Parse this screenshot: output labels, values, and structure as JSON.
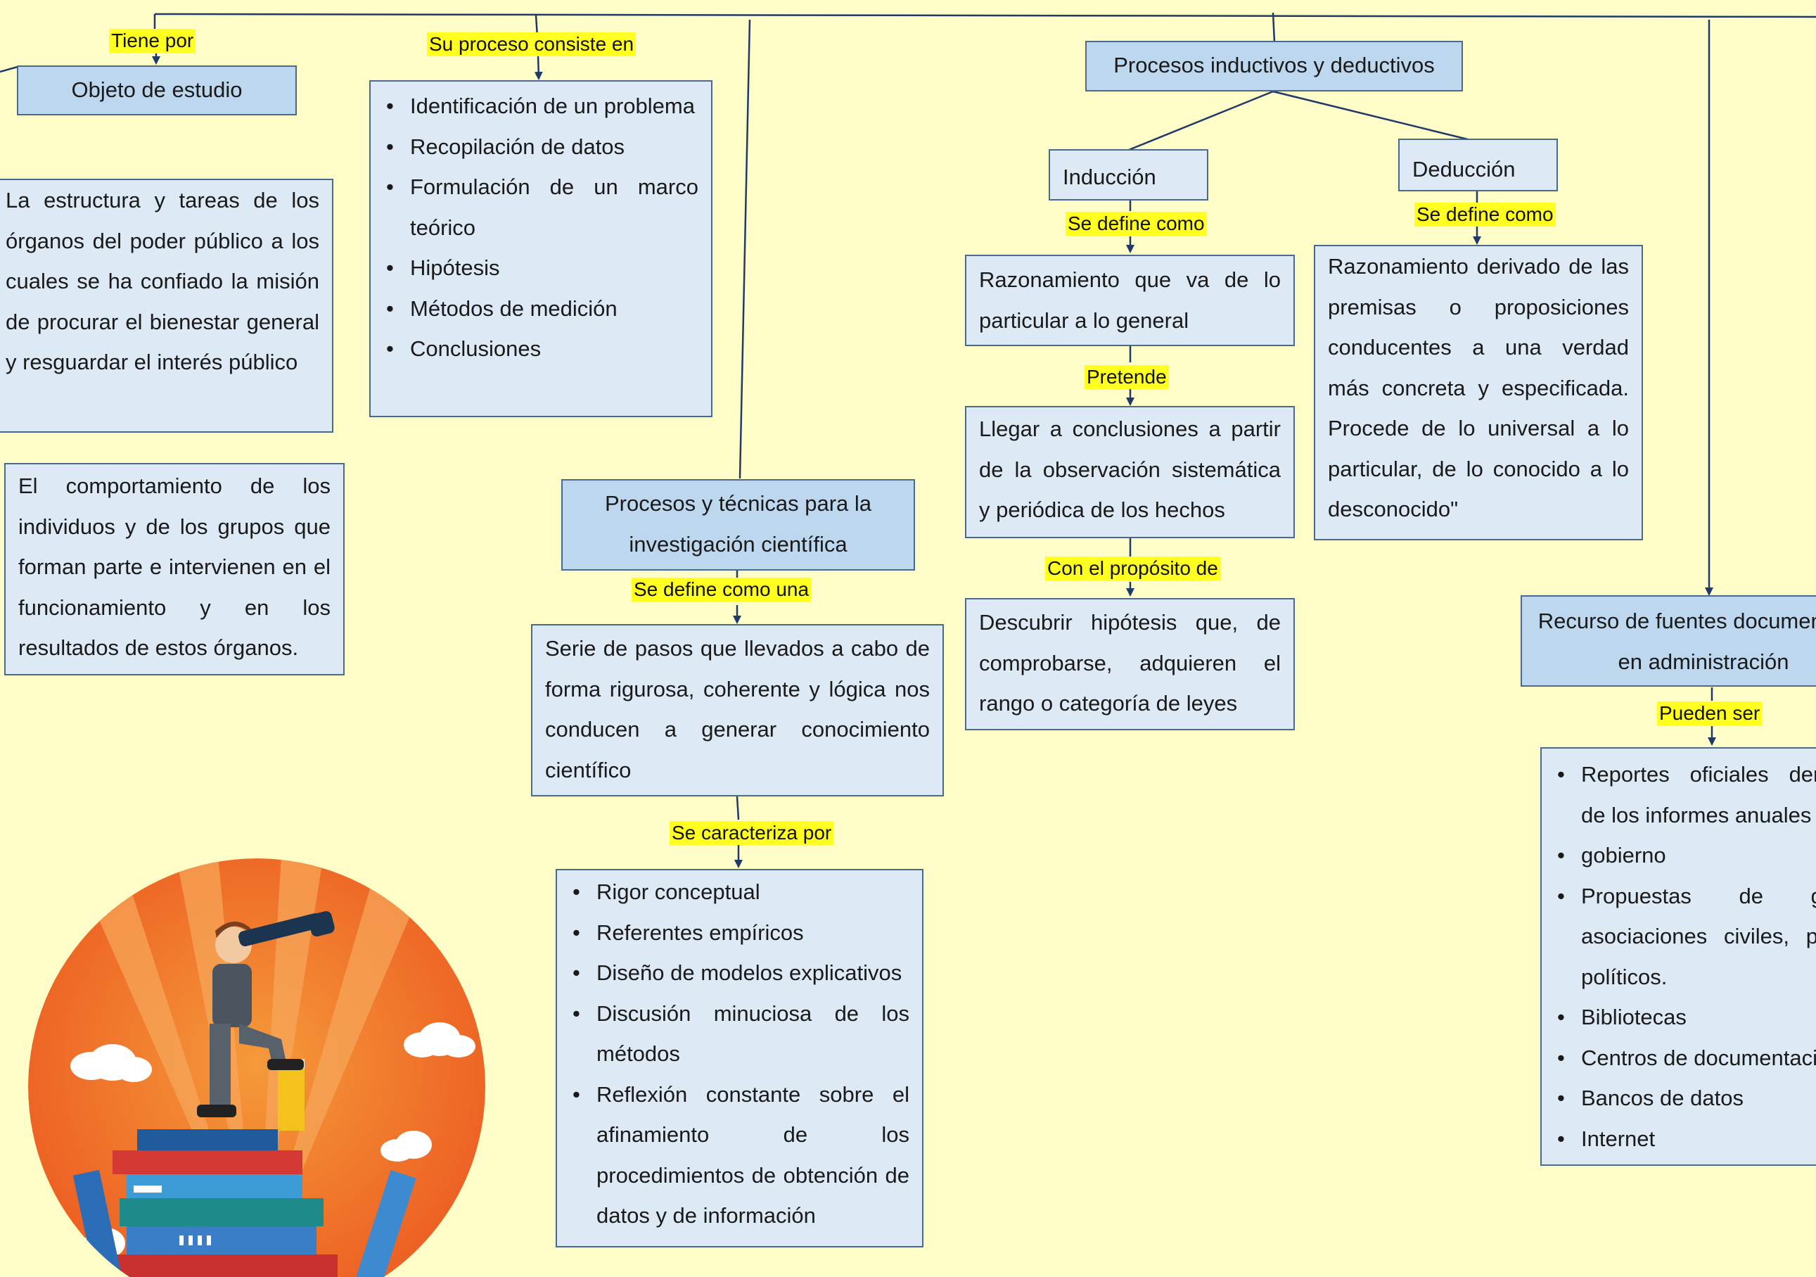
{
  "connectors": {
    "tiene_por": "Tiene por",
    "su_proceso": "Su proceso consiste en",
    "se_define_como_una": "Se define como una",
    "se_caracteriza_por": "Se caracteriza por",
    "induccion_define": "Se define como",
    "deduccion_define": "Se define como",
    "pretende": "Pretende",
    "con_proposito": "Con el propósito de",
    "pueden_ser": "Pueden ser"
  },
  "objeto": {
    "title": "Objeto de estudio",
    "text1": "La estructura y tareas de los órganos del poder público a los cuales se ha confiado la misión de procurar el bienestar general y resguardar el interés público",
    "text2": "El comportamiento de los individuos y de los grupos que forman parte e intervienen en el funcionamiento y en los resultados de estos órganos."
  },
  "proceso": {
    "items": [
      "Identificación de un problema",
      "Recopilación de datos",
      "Formulación de un marco teórico",
      "Hipótesis",
      "Métodos de medición",
      "Conclusiones"
    ]
  },
  "tecnicas": {
    "title": "Procesos y técnicas para la investigación científica",
    "definition": "Serie de pasos que llevados a cabo de forma rigurosa, coherente y lógica nos conducen a generar conocimiento científico",
    "features": [
      "Rigor conceptual",
      "Referentes empíricos",
      "Diseño de modelos explicativos",
      "Discusión minuciosa de los métodos",
      "Reflexión constante sobre el afinamiento de los procedimientos de obtención de datos y de información"
    ]
  },
  "inductivos": {
    "title": "Procesos inductivos y deductivos",
    "induccion": {
      "title": "Inducción",
      "definition": "Razonamiento que va de lo particular a lo general",
      "pretende": "Llegar a conclusiones a partir de la observación sistemática y periódica de los hechos",
      "proposito": "Descubrir hipótesis que, de comprobarse, adquieren el rango o categoría de leyes"
    },
    "deduccion": {
      "title": "Deducción",
      "definition": "Razonamiento derivado de las premisas o proposiciones conducentes a una verdad más concreta y especificada. Procede de lo universal a lo particular, de lo conocido a lo desconocido\""
    }
  },
  "fuentes": {
    "title": "Recurso de fuentes documentales en administración",
    "items": [
      "Reportes oficiales derivados de los informes anuales de",
      "gobierno",
      "Propuestas de grupos, asociaciones civiles, partidos políticos.",
      "Bibliotecas",
      "Centros de documentación",
      "Bancos de datos",
      "Internet"
    ]
  },
  "colors": {
    "background": "#fffdc8",
    "box_fill": "#dde9f5",
    "title_fill": "#bcd7ee",
    "border": "#4a6a8a",
    "highlight": "#ffff20",
    "line": "#1f3a66"
  },
  "illustration": "explorer-with-telescope-on-books"
}
